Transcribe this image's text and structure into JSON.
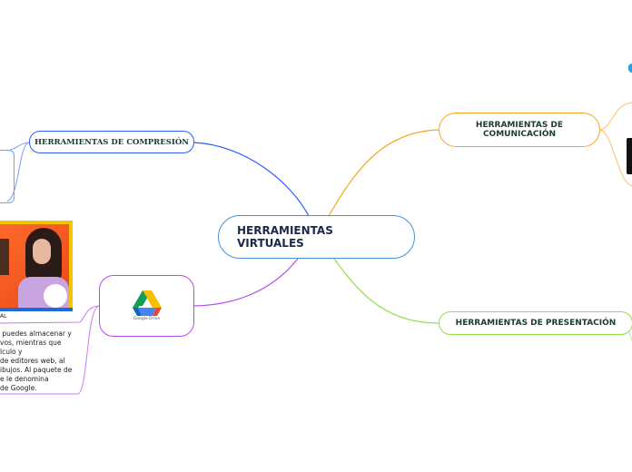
{
  "central": {
    "title": "HERRAMIENTAS VIRTUALES"
  },
  "branches": [
    {
      "label": "HERRAMIENTAS DE COMPRESIÓN",
      "color": "#2e5cff"
    },
    {
      "label": "HERRAMIENTAS DE COMUNICACIÓN",
      "color": "#f5a623"
    },
    {
      "label": "HERRAMIENTAS DE PRESENTACIÓN",
      "color": "#8ee04a"
    },
    {
      "label": "",
      "logo": "Google Drive",
      "color": "#b44cf0"
    }
  ],
  "image_caption": "AL",
  "description": " puedes almacenar y\nvos, mientras que\nlculo y\nde editores web, al\nibujos. Al paquete de\ne le denomina\nde Google."
}
